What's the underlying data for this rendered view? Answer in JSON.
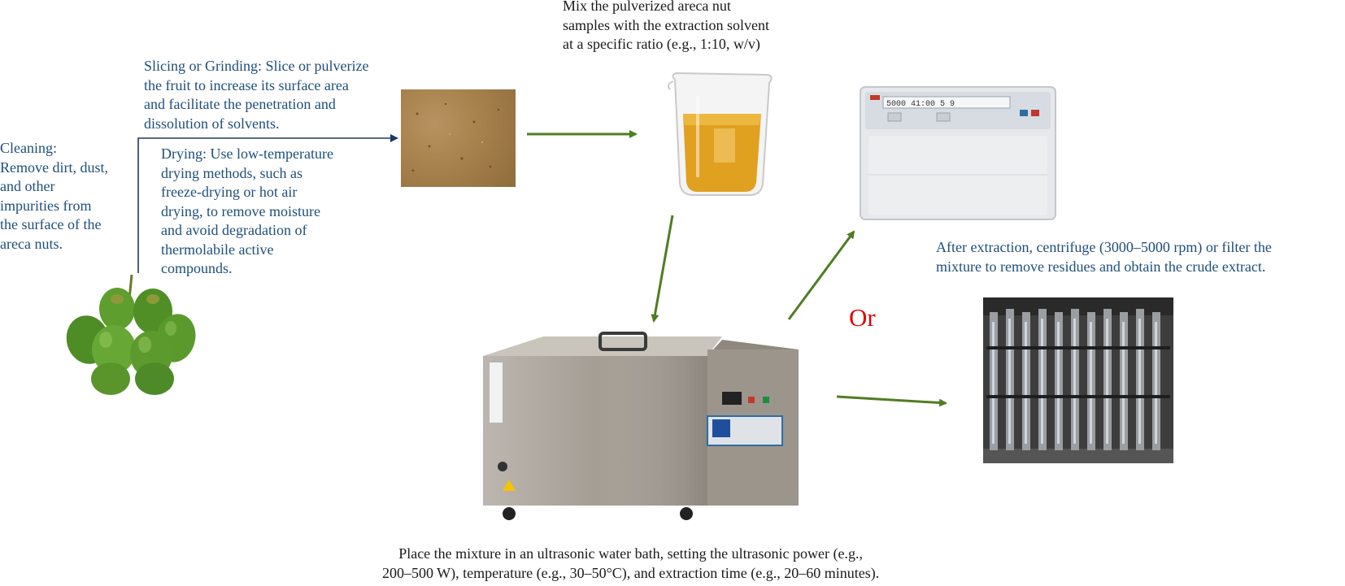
{
  "steps": {
    "cleaning": "Cleaning:\nRemove dirt, dust,\nand other\nimpurities from\nthe surface of the\nareca nuts.",
    "slicing": "Slicing or Grinding: Slice or pulverize\nthe fruit to increase its surface area\nand facilitate the penetration and\ndissolution of solvents.",
    "drying": "Drying: Use low-temperature\ndrying methods, such as\nfreeze-drying or hot air\ndrying, to remove moisture\nand avoid degradation of\nthermolabile active\ncompounds.",
    "mix": "Mix the pulverized areca nut\nsamples with the extraction solvent\nat a specific ratio (e.g., 1:10, w/v)",
    "after_extraction": "After extraction, centrifuge (3000–5000 rpm) or filter the\nmixture to remove residues and obtain the crude extract.",
    "ultrasonic": "Place the mixture in an ultrasonic water bath, setting the ultrasonic power (e.g.,\n200–500 W), temperature (e.g., 30–50°C), and extraction time (e.g., 20–60 minutes)."
  },
  "or_label": "Or",
  "centrifuge_display": "5000  41:00        5    9",
  "colors": {
    "text_blue": "#1f4e79",
    "arrow_green": "#4f7d23",
    "arrow_navy": "#1f3864",
    "or_red": "#e00000",
    "powder": "#a9834e",
    "oil": "#e0a020",
    "nut_green": "#5c9a2e",
    "steel": "#a59e95"
  },
  "icons": {
    "nuts": "areca-nut-cluster",
    "powder": "areca-powder",
    "beaker": "beaker-with-solvent",
    "centrifuge": "centrifuge",
    "bath": "ultrasonic-water-bath",
    "filter": "filter-columns"
  }
}
